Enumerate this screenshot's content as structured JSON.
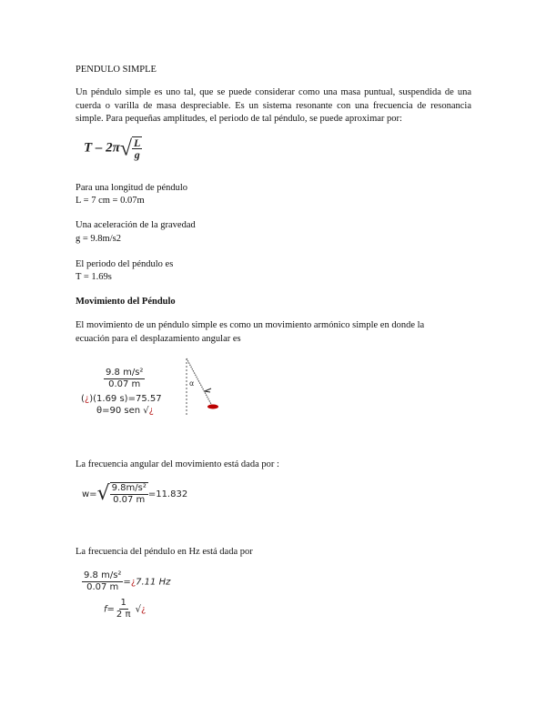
{
  "title": "PENDULO   SIMPLE",
  "intro": "Un péndulo simple es uno tal, que se puede considerar como una masa puntual, suspendida de una cuerda o varilla de masa despreciable. Es un sistema resonante con una frecuencia de resonancia simple. Para pequeñas amplitudes, el periodo de tal péndulo, se puede aproximar por:",
  "period_formula": {
    "lhs": "T",
    "eq": "–",
    "coef": "2π",
    "num": "L",
    "den": "g"
  },
  "length": {
    "label": "Para una longitud de péndulo",
    "value": "L =  7 cm = 0.07m"
  },
  "gravity": {
    "label": "Una aceleración de la gravedad",
    "value": "g =  9.8m/s2"
  },
  "period": {
    "label": "El periodo del péndulo es",
    "value": "T =  1.69s"
  },
  "movement": {
    "heading": "Movimiento del Péndulo",
    "text": "El movimiento de un péndulo simple es como un movimiento armónico simple en donde la ecuación para el desplazamiento angular es",
    "eq_num": "9.8 m/s²",
    "eq_den": "0.07 m",
    "eq_line2_a": "(",
    "eq_line2_q": "¿",
    "eq_line2_b": ")(1.69 s)=75.57",
    "eq_line3": "θ=90 sen √",
    "eq_line3_q": "¿",
    "diagram_label": "α"
  },
  "angular": {
    "text": "La frecuencia angular del movimiento está dada por :",
    "lhs": "w=",
    "num": "9.8m/s²",
    "den": "0.07 m",
    "result": "=11.832"
  },
  "frequency": {
    "text": "La frecuencia del péndulo en Hz está dada por",
    "num": "9.8 m/s²",
    "den": "0.07 m",
    "eq": "=",
    "q": "¿",
    "result": "7.11 Hz",
    "f_lhs": "f=",
    "f_num": "1",
    "f_den": "2 π",
    "f_sqrt": "√",
    "f_q": "¿"
  }
}
